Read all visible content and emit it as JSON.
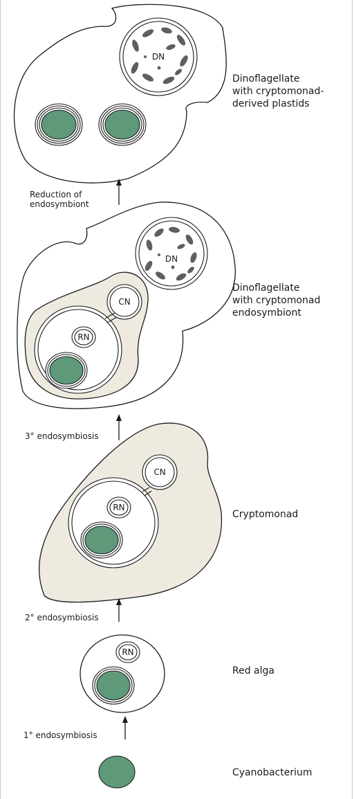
{
  "stages": {
    "dinoflagellate_plastids": "Dinoflagellate\nwith cryptomonad-\nderived plastids",
    "dinoflagellate_endosymbiont": "Dinoflagellate\nwith cryptomonad\nendosymbiont",
    "cryptomonad": "Cryptomonad",
    "red_alga": "Red alga",
    "cyanobacterium": "Cyanobacterium"
  },
  "steps": {
    "reduction": "Reduction of\nendosymbiont",
    "tertiary": "3° endosymbiosis",
    "secondary": "2° endosymbiosis",
    "primary": "1° endosymbiosis"
  },
  "nuclei": {
    "dn": "DN",
    "cn": "CN",
    "rn": "RN"
  },
  "colors": {
    "plastid": "#5e9a7a",
    "cryptomonad_cytoplasm": "#eeeae0",
    "chromatin": "#5f5f5f"
  }
}
